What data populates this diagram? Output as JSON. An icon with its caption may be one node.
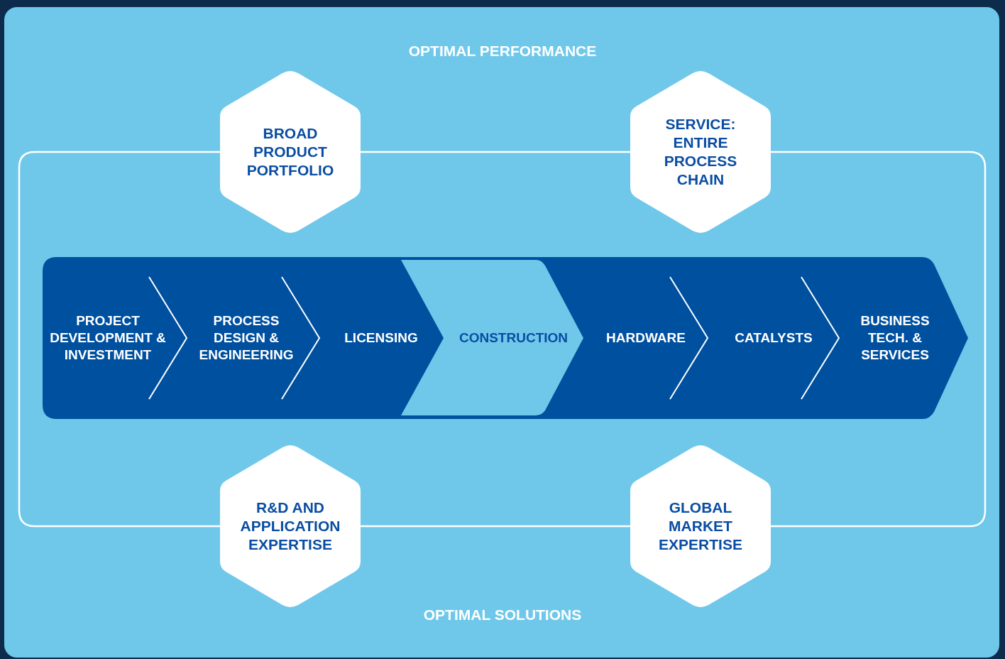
{
  "diagram": {
    "nodes": [
      {
        "text": [
          "BROAD PRODUCT PORTFOLIO"
        ]
      },
      {
        "text": [
          "SERVICE: ENTIRE PROCESS CHAIN"
        ]
      },
      {
        "text": [
          "PROJECT DEVELOPMENT & INVESTMENT"
        ]
      },
      {
        "text": [
          "PROCESS DESIGN & ENGINEERING"
        ]
      },
      {
        "text": [
          "LICENSING"
        ]
      },
      {
        "text": [
          "CONSTRUCTION"
        ]
      },
      {
        "text": [
          "HARDWARE"
        ]
      },
      {
        "text": [
          "CATALYSTS"
        ]
      },
      {
        "text": [
          "BUSINESS TECH. & SERVICES"
        ]
      },
      {
        "text": [
          "R&D AND APPLICATION EXPERTISE"
        ]
      },
      {
        "text": [
          "GLOBAL MARKET EXPERTISE"
        ]
      }
    ],
    "edges": [
      {
        "from": 0,
        "to": 1,
        "arrow": "none"
      },
      {
        "from": 1,
        "to": 10,
        "arrow": "none"
      },
      {
        "from": 10,
        "to": 9,
        "arrow": "none"
      },
      {
        "from": 9,
        "to": 0,
        "arrow": "none"
      }
    ],
    "labels": [
      "OPTIMAL PERFORMANCE",
      "OPTIMAL SOLUTIONS"
    ]
  }
}
